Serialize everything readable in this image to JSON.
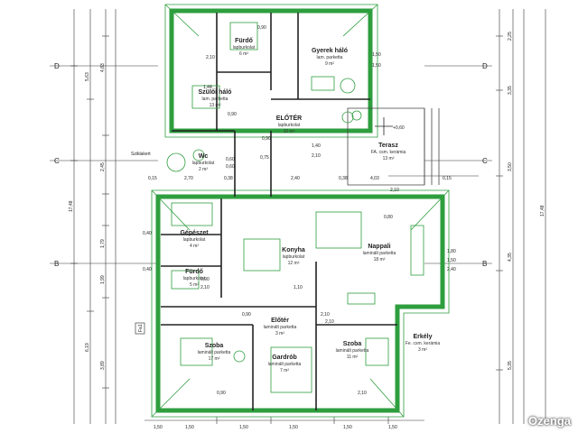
{
  "rooms": [
    {
      "id": "furdo-top",
      "name": "Fürdő",
      "line1": "lapburkolat",
      "line2": "6 m²"
    },
    {
      "id": "gyerek",
      "name": "Gyerek háló",
      "line1": "lam. parketta",
      "line2": "9 m²"
    },
    {
      "id": "szuloi",
      "name": "Szülői háló",
      "line1": "lam. parketta",
      "line2": "13 m²"
    },
    {
      "id": "eloter-top",
      "name": "ELŐTÉR",
      "line1": "lapburkolat",
      "line2": "10 m²"
    },
    {
      "id": "terasz",
      "name": "Terasz",
      "line1": "FA. csm. kerámia",
      "line2": "13 m²"
    },
    {
      "id": "wc",
      "name": "Wc",
      "line1": "lapburkolat",
      "line2": "2 m²"
    },
    {
      "id": "gepeszet",
      "name": "Gépészet",
      "line1": "lapburkolat",
      "line2": "4 m²"
    },
    {
      "id": "konyha",
      "name": "Konyha",
      "line1": "lapburkolat",
      "line2": "12 m²"
    },
    {
      "id": "nappali",
      "name": "Nappali",
      "line1": "laminált parketta",
      "line2": "18 m²"
    },
    {
      "id": "furdo-bottom",
      "name": "Fürdő",
      "line1": "lapburkolat",
      "line2": "5 m²"
    },
    {
      "id": "eloter-bottom",
      "name": "Előtér",
      "line1": "laminált parketta",
      "line2": "3 m²"
    },
    {
      "id": "szoba-left",
      "name": "Szoba",
      "line1": "laminált parketta",
      "line2": "17 m²"
    },
    {
      "id": "gardrob",
      "name": "Gardrób",
      "line1": "laminált parketta",
      "line2": "7 m²"
    },
    {
      "id": "szoba-right",
      "name": "Szoba",
      "line1": "laminált parketta",
      "line2": "11 m²"
    },
    {
      "id": "erkely",
      "name": "Erkély",
      "line1": "Fe. csm. kerámia",
      "line2": "3 m²"
    }
  ],
  "labels": {
    "sziklakert": "Sziklakert",
    "level_mark": "+0,60",
    "fal_tag": "Fa1"
  },
  "axes_left": [
    "D",
    "C",
    "B"
  ],
  "axes_right": [
    "D",
    "C",
    "B"
  ],
  "dims_left_outer": [
    "17,48",
    "6,19"
  ],
  "dims_left_inner": [
    "5,63",
    "4,83",
    "3,89",
    "2,45",
    "1,99",
    "1,79"
  ],
  "dims_right": [
    "2,25",
    "3,35",
    "3,50",
    "4,35",
    "5,35",
    "17,48"
  ],
  "dims_bottom": [
    "1,50",
    "1,50",
    "1,50",
    "1,50",
    "1,50",
    "1,50"
  ],
  "dims_misc": [
    "0,90",
    "2,10",
    "0,90",
    "1,50",
    "1,50",
    "1,40",
    "2,10",
    "0,60",
    "0,60",
    "0,75",
    "0,38",
    "0,38",
    "2,70",
    "2,40",
    "4,03",
    "2,10",
    "0,80",
    "1,80",
    "1,50",
    "2,40",
    "0,90",
    "2,10",
    "1,10",
    "0,90",
    "2,10",
    "0,90",
    "2,10",
    "0,15",
    "0,15",
    "0,40",
    "0,40",
    "1,44",
    "0,90",
    "2,10"
  ],
  "watermark": "Ozenga"
}
